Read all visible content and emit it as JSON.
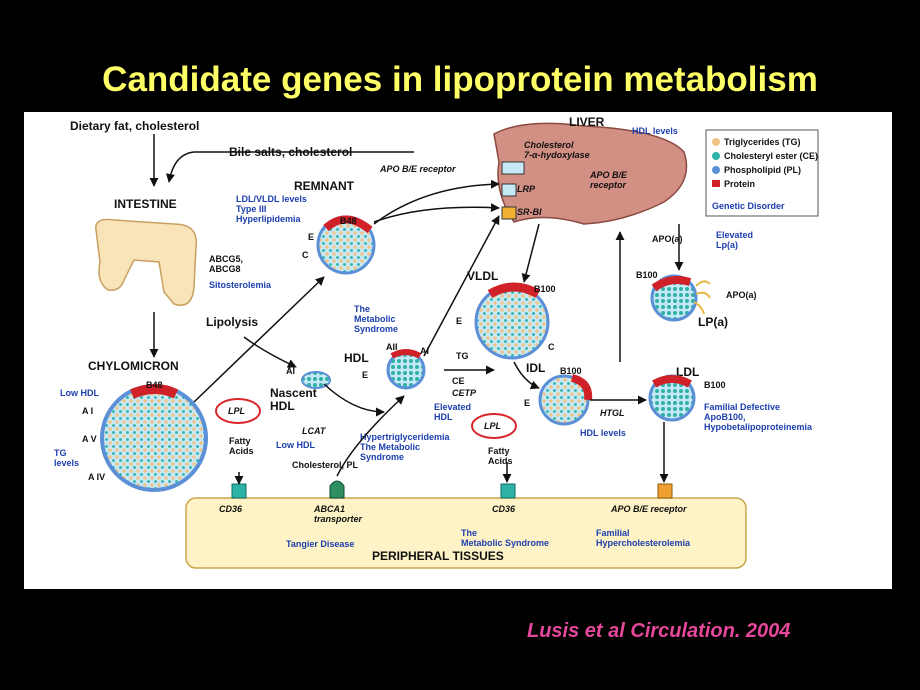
{
  "title": "Candidate genes in lipoprotein metabolism",
  "citation": "Lusis et al  Circulation. 2004",
  "legend": {
    "items": [
      {
        "label": "Triglycerides (TG)",
        "color": "#f3c383"
      },
      {
        "label": "Cholesteryl ester (CE)",
        "color": "#2fb2a6"
      },
      {
        "label": "Phospholipid (PL)",
        "color": "#5b8fd6"
      },
      {
        "label": "Protein",
        "color": "#cf2127"
      }
    ],
    "disorder": "Genetic Disorder"
  },
  "liver": {
    "title": "LIVER",
    "hdl_levels": "HDL levels",
    "hydroxylase": "Cholesterol\n7-α-hydoxylase",
    "receptor": "APO B/E\nreceptor"
  },
  "labels": {
    "dietary": "Dietary fat, cholesterol",
    "bile": "Bile salts, cholesterol",
    "apo_receptor": "APO B/E receptor",
    "lrp": "LRP",
    "srbi": "SR-BI",
    "intestine": "INTESTINE",
    "remnant": "REMNANT",
    "remnant_disorder": "LDL/VLDL levels\nType III\nHyperlipidemia",
    "b48_top": "B48",
    "e": "E",
    "c": "C",
    "abcg": "ABCG5,\nABCG8",
    "sitosterolemia": "Sitosterolemia",
    "lipolysis": "Lipolysis",
    "chylomicron": "CHYLOMICRON",
    "b48": "B48",
    "low_hdl": "Low HDL",
    "ai": "A I",
    "av": "A V",
    "aiv": "A IV",
    "tg_levels": "TG\nlevels",
    "lpl": "LPL",
    "fatty_acids": "Fatty\nAcids",
    "nascent_hdl": "Nascent\nHDL",
    "ai_small": "AI",
    "metabolic_syndrome": "The\nMetabolic\nSyndrome",
    "hdl": "HDL",
    "aii": "AII",
    "lcat": "LCAT",
    "low_hdl2": "Low HDL",
    "cholesterol_pl": "Cholesterol, PL",
    "tg": "TG",
    "ce": "CE",
    "cetp": "CETP",
    "elevated_hdl": "Elevated\nHDL",
    "hypertrig": "Hypertriglyceridemia\nThe Metabolic\nSyndrome",
    "vldl": "VLDL",
    "b100": "B100",
    "idl": "IDL",
    "htgl": "HTGL",
    "hdl_levels2": "HDL levels",
    "ldl": "LDL",
    "familial_defective": "Familial Defective\nApoB100,\nHypobetalipoproteinemia",
    "apoa": "APO(a)",
    "elevated_lpa": "Elevated\nLp(a)",
    "lpa": "LP(a)"
  },
  "peripheral": {
    "title": "PERIPHERAL  TISSUES",
    "cd36_1": "CD36",
    "abca1": "ABCA1\ntransporter",
    "tangier": "Tangier Disease",
    "cd36_2": "CD36",
    "metabolic": "The\nMetabolic Syndrome",
    "apo_receptor": "APO B/E receptor",
    "familial_hyper": "Familial\nHypercholesterolemia"
  }
}
